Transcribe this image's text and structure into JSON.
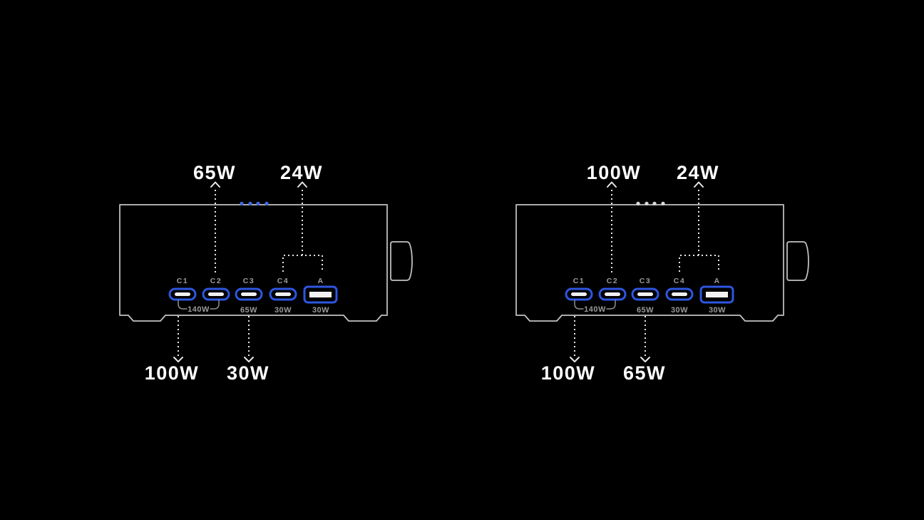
{
  "colors": {
    "bg": "#000000",
    "outline": "#c2c2c2",
    "port-blue": "#2e56e0",
    "slot-white": "#f2f2f2",
    "label-gray": "#9a9a9a",
    "dotted-white": "#e9e9e9",
    "bracket-gray": "#8f8f8f"
  },
  "devices": [
    {
      "id": "charger-scenario-1",
      "led_color": "#4169e1",
      "callouts": {
        "top_left": "65W",
        "top_right": "24W",
        "bottom_left": "100W",
        "bottom_right": "30W"
      },
      "ports": {
        "c1": "C1",
        "c2": "C2",
        "c3": "C3",
        "c4": "C4",
        "a": "A",
        "c1_c2_combined": "140W",
        "c3_watt": "65W",
        "c4_watt": "30W",
        "a_watt": "30W"
      }
    },
    {
      "id": "charger-scenario-2",
      "led_color": "#d9d9d9",
      "callouts": {
        "top_left": "100W",
        "top_right": "24W",
        "bottom_left": "100W",
        "bottom_right": "65W"
      },
      "ports": {
        "c1": "C1",
        "c2": "C2",
        "c3": "C3",
        "c4": "C4",
        "a": "A",
        "c1_c2_combined": "140W",
        "c3_watt": "65W",
        "c4_watt": "30W",
        "a_watt": "30W"
      }
    }
  ]
}
